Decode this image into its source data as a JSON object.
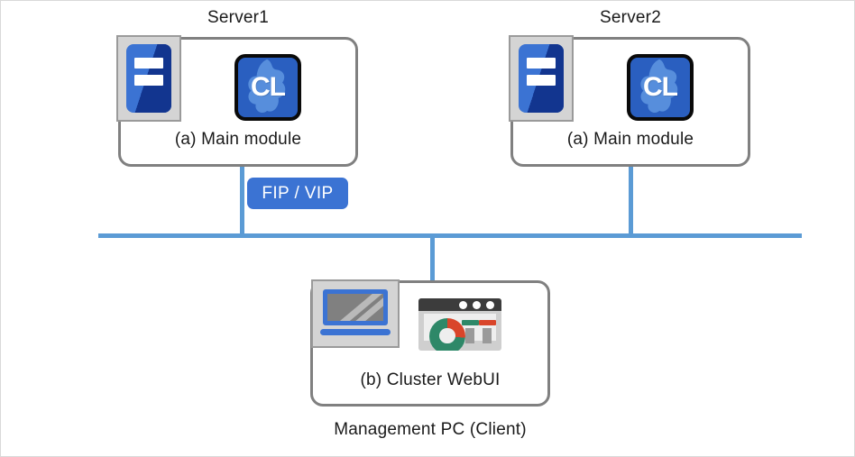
{
  "diagram": {
    "title_server1": "Server1",
    "title_server2": "Server2",
    "caption_management_pc": "Management PC (Client)",
    "label_main_module": "(a) Main module",
    "label_cluster_webui": "(b) Cluster WebUI",
    "fip_vip_badge": "FIP / VIP",
    "cl_icon_text": "CL",
    "colors": {
      "network_line": "#5b9bd5",
      "badge_blue": "#3b73d3",
      "box_border_gray": "#808080",
      "icon_frame_gray": "#9a9a9a",
      "icon_bg_gray": "#d4d4d4",
      "cl_icon_blue": "#2a5fc0",
      "donut_green": "#2e8868",
      "donut_red": "#d9452a",
      "browser_titlebar": "#3c3c3c",
      "text": "#1a1a1a",
      "page_border": "#d9d9d9"
    },
    "nodes": [
      {
        "id": "server1",
        "title": "Server1",
        "module_label": "(a) Main module"
      },
      {
        "id": "server2",
        "title": "Server2",
        "module_label": "(a) Main module"
      },
      {
        "id": "management-pc",
        "title": "Management PC (Client)",
        "module_label": "(b) Cluster WebUI"
      }
    ]
  }
}
